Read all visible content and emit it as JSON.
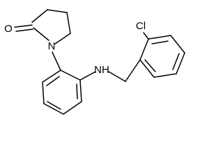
{
  "molecule": {
    "atoms": {
      "oxygen": "O",
      "ring_nitrogen": "N",
      "amine": "NH",
      "chlorine": "Cl"
    },
    "colors": {
      "bond": "#000000",
      "label": "#000000",
      "background": "#ffffff"
    }
  }
}
